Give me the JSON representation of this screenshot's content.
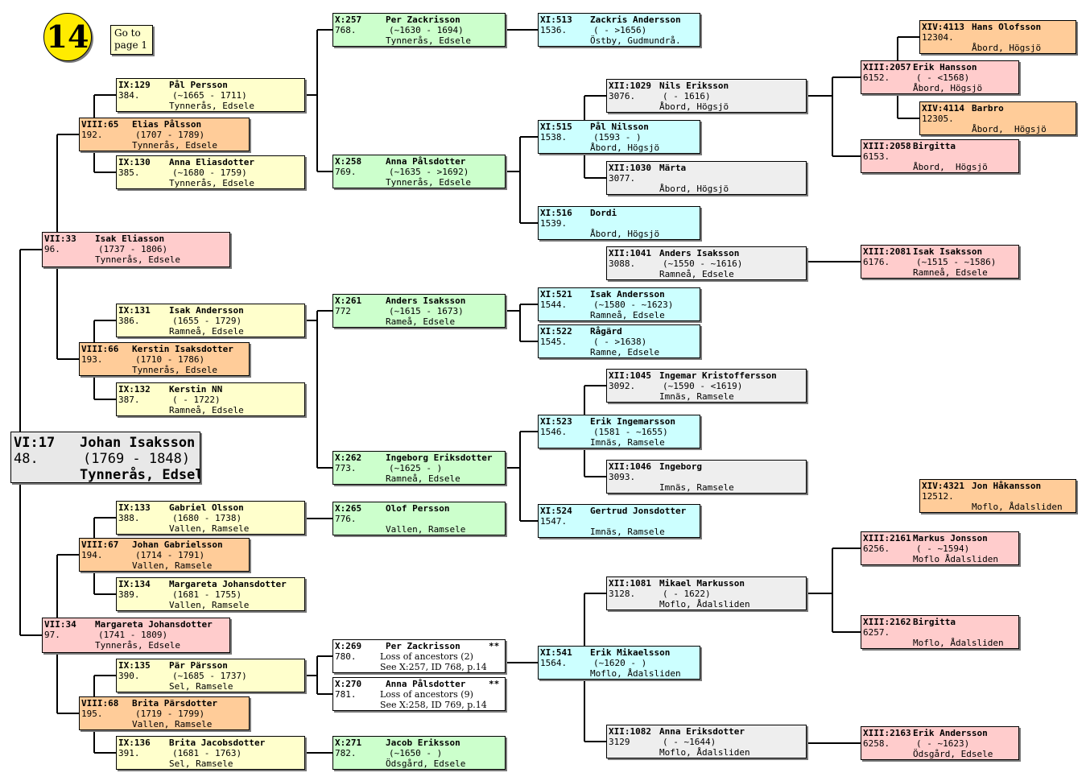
{
  "page": {
    "number": "14",
    "goto_label_1": "Go to",
    "goto_label_2": "page 1"
  },
  "colors": {
    "gen6": "#e8e8e8",
    "gen7": "#ffcccc",
    "gen8": "#ffcc99",
    "gen9": "#ffffcc",
    "gen10": "#ccffcc",
    "gen11": "#ccffff",
    "gen12": "#eeeeee",
    "gen13": "#ffcccc",
    "gen14": "#ffcc99",
    "unknown": "#ffffff",
    "badge": "#ffeb00"
  },
  "people": {
    "p48": {
      "ref": "VI:17",
      "name": "Johan Isaksson",
      "id": "48.",
      "dates": "(1769 - 1848)",
      "place": "Tynnerås, Edsele"
    },
    "p96": {
      "ref": "VII:33",
      "name": "Isak Eliasson",
      "id": "96.",
      "dates": "(1737 - 1806)",
      "place": "Tynnerås, Edsele"
    },
    "p97": {
      "ref": "VII:34",
      "name": "Margareta Johansdotter",
      "id": "97.",
      "dates": "(1741 - 1809)",
      "place": "Tynnerås, Edsele"
    },
    "p192": {
      "ref": "VIII:65",
      "name": "Elias Pålsson",
      "id": "192.",
      "dates": "(1707 - 1789)",
      "place": "Tynnerås, Edsele"
    },
    "p193": {
      "ref": "VIII:66",
      "name": "Kerstin Isaksdotter",
      "id": "193.",
      "dates": "(1710 - 1786)",
      "place": "Tynnerås, Edsele"
    },
    "p194": {
      "ref": "VIII:67",
      "name": "Johan Gabrielsson",
      "id": "194.",
      "dates": "(1714 - 1791)",
      "place": "Vallen, Ramsele"
    },
    "p195": {
      "ref": "VIII:68",
      "name": "Brita Pärsdotter",
      "id": "195.",
      "dates": "(1719 - 1799)",
      "place": "Vallen, Ramsele"
    },
    "p384": {
      "ref": "IX:129",
      "name": "Pål Persson",
      "id": "384.",
      "dates": "(~1665 - 1711)",
      "place": "Tynnerås, Edsele"
    },
    "p385": {
      "ref": "IX:130",
      "name": "Anna Eliasdotter",
      "id": "385.",
      "dates": "(~1680 - 1759)",
      "place": "Tynnerås, Edsele"
    },
    "p386": {
      "ref": "IX:131",
      "name": "Isak Andersson",
      "id": "386.",
      "dates": "(1655 - 1729)",
      "place": "Ramneå, Edsele"
    },
    "p387": {
      "ref": "IX:132",
      "name": "Kerstin NN",
      "id": "387.",
      "dates": "( - 1722)",
      "place": "Ramneå, Edsele"
    },
    "p388": {
      "ref": "IX:133",
      "name": "Gabriel Olsson",
      "id": "388.",
      "dates": "(1680 - 1738)",
      "place": "Vallen, Ramsele"
    },
    "p389": {
      "ref": "IX:134",
      "name": "Margareta Johansdotter",
      "id": "389.",
      "dates": "(1681 - 1755)",
      "place": "Vallen, Ramsele"
    },
    "p390": {
      "ref": "IX:135",
      "name": "Pär Pärsson",
      "id": "390.",
      "dates": "(~1685 - 1737)",
      "place": "Sel, Ramsele"
    },
    "p391": {
      "ref": "IX:136",
      "name": "Brita Jacobsdotter",
      "id": "391.",
      "dates": "(1681 - 1763)",
      "place": "Sel, Ramsele"
    },
    "p768": {
      "ref": "X:257",
      "name": "Per Zackrisson",
      "id": "768.",
      "dates": "(~1630 - 1694)",
      "place": "Tynnerås, Edsele"
    },
    "p769": {
      "ref": "X:258",
      "name": "Anna Pålsdotter",
      "id": "769.",
      "dates": "(~1635 - >1692)",
      "place": "Tynnerås, Edsele"
    },
    "p772": {
      "ref": "X:261",
      "name": "Anders Isaksson",
      "id": "772",
      "dates": "(~1615 - 1673)",
      "place": "Rameå, Edsele"
    },
    "p773": {
      "ref": "X:262",
      "name": "Ingeborg Eriksdotter",
      "id": "773.",
      "dates": "(~1625 - )",
      "place": "Ramneå, Edsele"
    },
    "p776": {
      "ref": "X:265",
      "name": "Olof Persson",
      "id": "776.",
      "dates": "",
      "place": "Vallen, Ramsele"
    },
    "p780": {
      "ref": "X:269",
      "name": "Per Zackrisson",
      "id": "780.",
      "mark": "**",
      "note1": "Loss of ancestors (2)",
      "note2": "See X:257, ID 768, p.14"
    },
    "p781": {
      "ref": "X:270",
      "name": "Anna Pålsdotter",
      "id": "781.",
      "mark": "**",
      "note1": "Loss of ancestors (9)",
      "note2": "See X:258, ID 769, p.14"
    },
    "p782": {
      "ref": "X:271",
      "name": "Jacob Eriksson",
      "id": "782.",
      "dates": "(~1650 - )",
      "place": "Ödsgård, Edsele"
    },
    "p1536": {
      "ref": "XI:513",
      "name": "Zackris Andersson",
      "id": "1536.",
      "dates": "( - >1656)",
      "place": "Östby, Gudmundrå."
    },
    "p1538": {
      "ref": "XI:515",
      "name": "Pål Nilsson",
      "id": "1538.",
      "dates": "(1593 - )",
      "place": "Åbord, Högsjö"
    },
    "p1539": {
      "ref": "XI:516",
      "name": "Dordi",
      "id": "1539.",
      "dates": "",
      "place": "Åbord, Högsjö"
    },
    "p1544": {
      "ref": "XI:521",
      "name": "Isak Andersson",
      "id": "1544.",
      "dates": "(~1580 - ~1623)",
      "place": "Ramneå, Edsele"
    },
    "p1545": {
      "ref": "XI:522",
      "name": "Rågärd",
      "id": "1545.",
      "dates": "( - >1638)",
      "place": "Ramne, Edsele"
    },
    "p1546": {
      "ref": "XI:523",
      "name": "Erik Ingemarsson",
      "id": "1546.",
      "dates": "(1581 - ~1655)",
      "place": "Imnäs, Ramsele"
    },
    "p1547": {
      "ref": "XI:524",
      "name": "Gertrud Jonsdotter",
      "id": "1547.",
      "dates": "",
      "place": "Imnäs, Ramsele"
    },
    "p1564": {
      "ref": "XI:541",
      "name": "Erik Mikaelsson",
      "id": "1564.",
      "dates": "(~1620 - )",
      "place": "Moflo, Ådalsliden"
    },
    "p3076": {
      "ref": "XII:1029",
      "name": "Nils Eriksson",
      "id": "3076.",
      "dates": "( - 1616)",
      "place": "Åbord, Högsjö"
    },
    "p3077": {
      "ref": "XII:1030",
      "name": "Märta",
      "id": "3077.",
      "dates": "",
      "place": "Åbord, Högsjö"
    },
    "p3088": {
      "ref": "XII:1041",
      "name": "Anders Isaksson",
      "id": "3088.",
      "dates": "(~1550 - ~1616)",
      "place": "Ramneå, Edsele"
    },
    "p3092": {
      "ref": "XII:1045",
      "name": "Ingemar Kristoffersson",
      "id": "3092.",
      "dates": "(~1590 - <1619)",
      "place": "Imnäs, Ramsele"
    },
    "p3093": {
      "ref": "XII:1046",
      "name": "Ingeborg",
      "id": "3093.",
      "dates": "",
      "place": "Imnäs, Ramsele"
    },
    "p3128": {
      "ref": "XII:1081",
      "name": "Mikael Markusson",
      "id": "3128.",
      "dates": "( - 1622)",
      "place": "Moflo, Ådalsliden"
    },
    "p3129": {
      "ref": "XII:1082",
      "name": "Anna Eriksdotter",
      "id": "3129",
      "dates": "( - ~1644)",
      "place": "Moflo, Ådalsliden"
    },
    "p6152": {
      "ref": "XIII:2057",
      "name": "Erik Hansson",
      "id": "6152.",
      "dates": "( - <1568)",
      "place": "Åbord, Högsjö"
    },
    "p6153": {
      "ref": "XIII:2058",
      "name": "Birgitta",
      "id": "6153.",
      "dates": "",
      "place": "Åbord,  Högsjö"
    },
    "p6176": {
      "ref": "XIII:2081",
      "name": "Isak Isaksson",
      "id": "6176.",
      "dates": "(~1515 - ~1586)",
      "place": "Ramneå, Edsele"
    },
    "p6256": {
      "ref": "XIII:2161",
      "name": "Markus Jonsson",
      "id": "6256.",
      "dates": "( - ~1594)",
      "place": "Moflo Ådalsliden"
    },
    "p6257": {
      "ref": "XIII:2162",
      "name": "Birgitta",
      "id": "6257.",
      "dates": "",
      "place": "Moflo, Ådalsliden"
    },
    "p6258": {
      "ref": "XIII:2163",
      "name": "Erik Andersson",
      "id": "6258.",
      "dates": "( - ~1623)",
      "place": "Ödsgård, Edsele"
    },
    "p12304": {
      "ref": "XIV:4113",
      "name": "Hans Olofsson",
      "id": "12304.",
      "dates": "",
      "place": "Åbord, Högsjö"
    },
    "p12305": {
      "ref": "XIV:4114",
      "name": "Barbro",
      "id": "12305.",
      "dates": "",
      "place": "Åbord,  Högsjö"
    },
    "p12512": {
      "ref": "XIV:4321",
      "name": "Jon Håkansson",
      "id": "12512.",
      "dates": "",
      "place": "Moflo, Ådalsliden"
    }
  }
}
